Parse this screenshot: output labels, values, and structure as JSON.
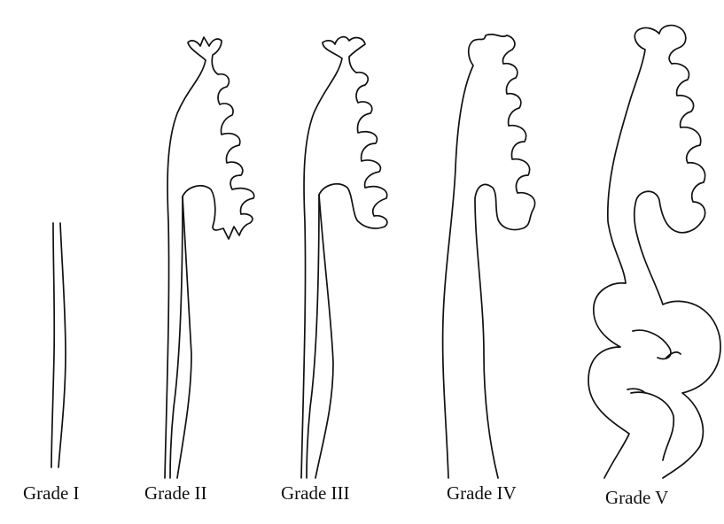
{
  "grades": [
    {
      "label": "Grade I"
    },
    {
      "label": "Grade II"
    },
    {
      "label": "Grade III"
    },
    {
      "label": "Grade IV"
    },
    {
      "label": "Grade V"
    }
  ],
  "colors": {
    "line": "#111111",
    "background": "#ffffff"
  }
}
